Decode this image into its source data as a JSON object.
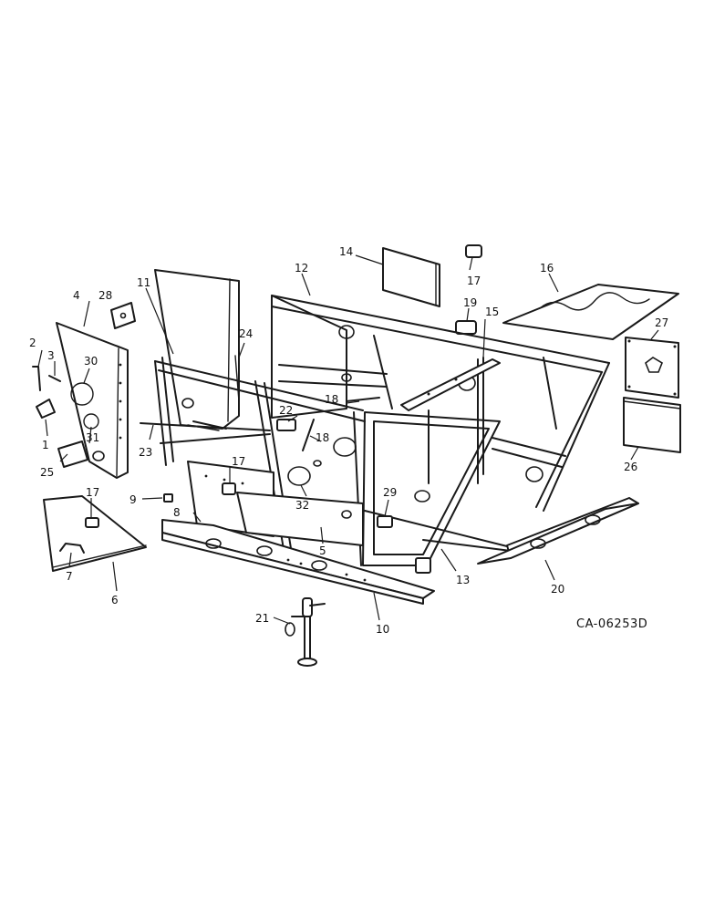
{
  "diagram_code": "CA-06253D",
  "callouts": {
    "c1": "1",
    "c2": "2",
    "c3": "3",
    "c4": "4",
    "c5": "5",
    "c6": "6",
    "c7": "7",
    "c8": "8",
    "c9": "9",
    "c10": "10",
    "c11": "11",
    "c12": "12",
    "c13": "13",
    "c14": "14",
    "c15": "15",
    "c16": "16",
    "c17a": "17",
    "c17b": "17",
    "c17c": "17",
    "c18a": "18",
    "c18b": "18",
    "c19": "19",
    "c20": "20",
    "c21": "21",
    "c22": "22",
    "c23": "23",
    "c24": "24",
    "c25": "25",
    "c26": "26",
    "c27": "27",
    "c28": "28",
    "c29": "29",
    "c30": "30",
    "c31": "31",
    "c32": "32"
  }
}
